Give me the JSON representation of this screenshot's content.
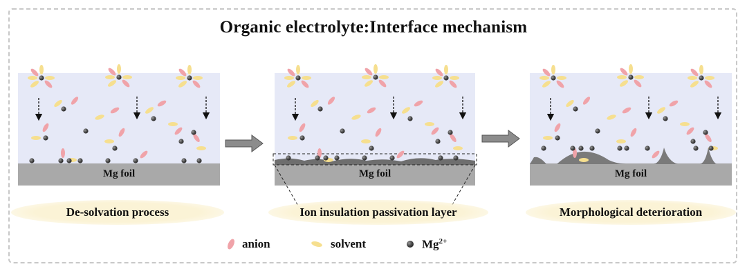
{
  "title": "Organic electrolyte:Interface mechanism",
  "panels": [
    {
      "foil_label": "Mg foil",
      "caption": "De-solvation process"
    },
    {
      "foil_label": "Mg foil",
      "caption": "Ion insulation passivation layer"
    },
    {
      "foil_label": "Mg foil",
      "caption": "Morphological deterioration"
    }
  ],
  "legend": {
    "anion": "anion",
    "solvent": "solvent",
    "mg": "Mg",
    "mg_charge": "2+"
  },
  "colors": {
    "electrolyte_bg": "#e6e9f7",
    "foil": "#a9a9a9",
    "anion": "#f0a3a9",
    "solvent": "#f6df8f",
    "mg_ion": "#4a4a4a",
    "arrow": "#8c8c8c",
    "caption_bg": "#fbf3d6"
  }
}
